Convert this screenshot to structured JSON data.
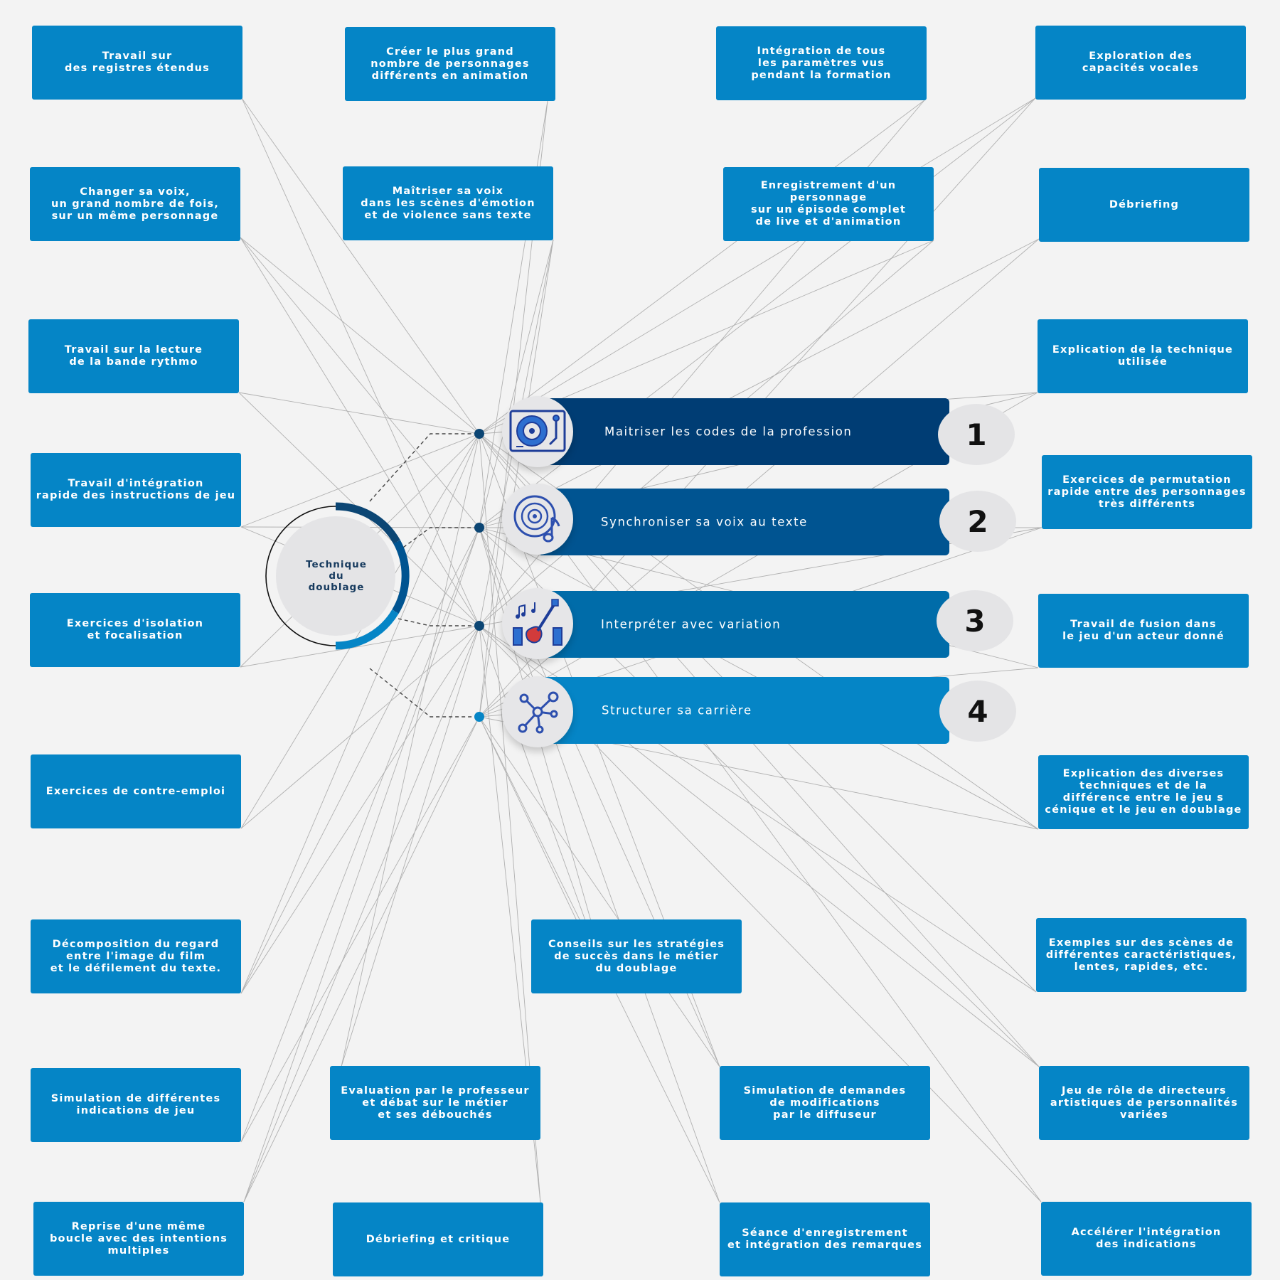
{
  "center": {
    "label": "Technique\ndu\ndoublage"
  },
  "steps": [
    {
      "number": "1",
      "label": "Maitriser les codes de la profession",
      "color": "#003d74",
      "icon": "turntable-icon"
    },
    {
      "number": "2",
      "label": "Synchroniser sa voix au texte",
      "color": "#005491",
      "icon": "music-disc-icon"
    },
    {
      "number": "3",
      "label": "Interpréter avec variation",
      "color": "#006ca9",
      "icon": "guitar-music-icon"
    },
    {
      "number": "4",
      "label": "Structurer sa carrière",
      "color": "#0585c6",
      "icon": "network-nodes-icon"
    }
  ],
  "boxes": [
    {
      "id": "b1",
      "text": "Travail sur\ndes registres étendus"
    },
    {
      "id": "b2",
      "text": "Créer le plus grand\nnombre de personnages\ndifférents en animation"
    },
    {
      "id": "b3",
      "text": "Intégration de tous\nles paramètres vus\npendant la formation"
    },
    {
      "id": "b4",
      "text": "Exploration des\ncapacités vocales"
    },
    {
      "id": "b5",
      "text": "Changer sa voix,\nun grand nombre de fois,\nsur un même personnage"
    },
    {
      "id": "b6",
      "text": "Maîtriser sa voix\ndans les scènes d'émotion\net de violence sans texte"
    },
    {
      "id": "b7",
      "text": "Enregistrement d'un personnage\nsur un épisode complet\nde live et d'animation"
    },
    {
      "id": "b8",
      "text": "Débriefing"
    },
    {
      "id": "b9",
      "text": "Travail sur la lecture\nde la bande rythmo"
    },
    {
      "id": "b10",
      "text": "Explication de la technique\nutilisée"
    },
    {
      "id": "b11",
      "text": "Travail d'intégration\nrapide des instructions de jeu"
    },
    {
      "id": "b12",
      "text": "Exercices de permutation\nrapide entre des personnages\ntrès différents"
    },
    {
      "id": "b13",
      "text": "Exercices d'isolation\net focalisation"
    },
    {
      "id": "b14",
      "text": "Travail de fusion dans\nle jeu d'un acteur donné"
    },
    {
      "id": "b15",
      "text": "Exercices de contre-emploi"
    },
    {
      "id": "b16",
      "text": "Explication des diverses\ntechniques et de la\ndifférence entre le jeu s\ncénique et le jeu en doublage"
    },
    {
      "id": "b17",
      "text": "Décomposition du regard\nentre l'image du film\net le défilement du texte."
    },
    {
      "id": "b18",
      "text": "Conseils sur les stratégies\nde succès dans le métier\ndu doublage"
    },
    {
      "id": "b19",
      "text": "Exemples sur des scènes de\ndifférentes caractéristiques,\nlentes, rapides, etc."
    },
    {
      "id": "b20",
      "text": "Simulation de différentes\nindications de jeu"
    },
    {
      "id": "b21",
      "text": "Evaluation par le professeur\net débat sur le métier\net ses débouchés"
    },
    {
      "id": "b22",
      "text": "Simulation de demandes\nde modifications\npar le diffuseur"
    },
    {
      "id": "b23",
      "text": "Jeu de rôle de directeurs\nartistiques de personnalités\nvariées"
    },
    {
      "id": "b24",
      "text": "Reprise d'une même\nboucle avec des intentions\nmultiples"
    },
    {
      "id": "b25",
      "text": "Débriefing et critique"
    },
    {
      "id": "b26",
      "text": "Séance d'enregistrement\net intégration des remarques"
    },
    {
      "id": "b27",
      "text": "Accélérer l'intégration\ndes indications"
    }
  ]
}
